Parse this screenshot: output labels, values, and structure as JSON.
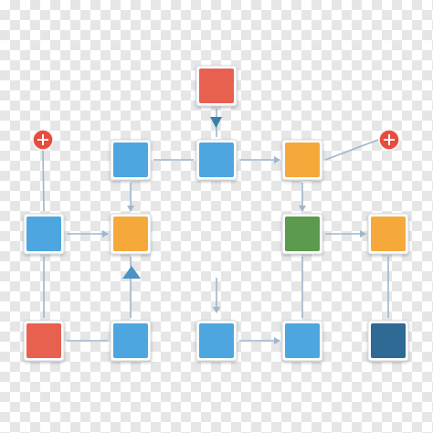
{
  "diagram": {
    "type": "flowchart",
    "background": "checkerboard",
    "palette": {
      "blue": "#4ea6e0",
      "orange": "#f6a93b",
      "red": "#e8604f",
      "green": "#5c9a4e",
      "navy": "#2f6a94",
      "connector": "#9fb6cc",
      "start_marker": "#e84c3d"
    },
    "nodes": [
      {
        "id": "top-red",
        "color": "red"
      },
      {
        "id": "r1-blue-a",
        "color": "blue"
      },
      {
        "id": "r1-blue-b",
        "color": "blue"
      },
      {
        "id": "r1-orange",
        "color": "orange"
      },
      {
        "id": "r2-blue",
        "color": "blue"
      },
      {
        "id": "r2-orange",
        "color": "orange"
      },
      {
        "id": "r2-green",
        "color": "green"
      },
      {
        "id": "r2-orange-right",
        "color": "orange"
      },
      {
        "id": "r3-red",
        "color": "red"
      },
      {
        "id": "r3-blue-a",
        "color": "blue"
      },
      {
        "id": "r3-blue-b",
        "color": "blue"
      },
      {
        "id": "r3-blue-c",
        "color": "blue"
      },
      {
        "id": "r3-navy",
        "color": "navy"
      }
    ],
    "markers": [
      {
        "id": "start-left",
        "symbol": "plus"
      },
      {
        "id": "start-right",
        "symbol": "plus"
      }
    ],
    "connectors": [
      {
        "from": "top-red",
        "to": "r1-blue-b",
        "arrow": "triangle-down"
      },
      {
        "from": "r1-blue-a",
        "to": "r1-blue-b",
        "arrow": "none"
      },
      {
        "from": "r1-blue-b",
        "to": "r1-orange",
        "arrow": "arrow"
      },
      {
        "from": "r1-orange",
        "to": "start-right",
        "arrow": "none"
      },
      {
        "from": "start-left",
        "to": "r2-blue",
        "arrow": "none"
      },
      {
        "from": "r1-blue-a",
        "to": "r2-orange",
        "arrow": "arrow"
      },
      {
        "from": "r2-blue",
        "to": "r2-orange",
        "arrow": "arrow"
      },
      {
        "from": "r1-orange",
        "to": "r2-green",
        "arrow": "arrow"
      },
      {
        "from": "r2-green",
        "to": "r2-orange-right",
        "arrow": "arrow"
      },
      {
        "from": "r2-blue",
        "to": "r3-red",
        "arrow": "none"
      },
      {
        "from": "r3-blue-a",
        "to": "r2-orange",
        "arrow": "triangle-up"
      },
      {
        "from": "r3-red",
        "to": "r3-blue-a",
        "arrow": "none"
      },
      {
        "from": "r3-blue-b",
        "to": "r3-blue-b",
        "arrow": "stub-down"
      },
      {
        "from": "r3-blue-b",
        "to": "r3-blue-c",
        "arrow": "arrow"
      },
      {
        "from": "r2-green",
        "to": "r3-blue-c",
        "arrow": "none"
      },
      {
        "from": "r2-orange-right",
        "to": "r3-navy",
        "arrow": "none"
      }
    ]
  }
}
